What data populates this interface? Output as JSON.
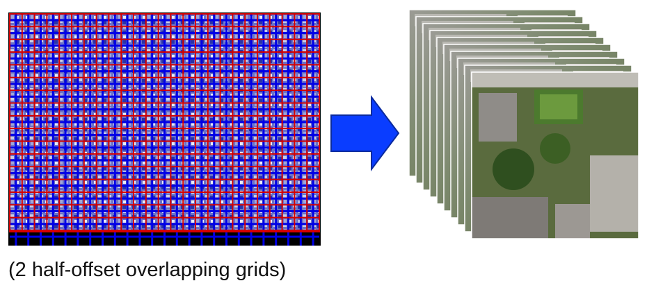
{
  "caption": "(2 half-offset overlapping grids)",
  "grid_panel": {
    "red_grid_color": "#d40000",
    "blue_grid_color": "#0000e6",
    "border_color": "#000000",
    "red_grid_columns": 25,
    "red_grid_rows": 17
  },
  "arrow": {
    "direction": "right",
    "fill": "#0a3dff",
    "stroke": "#0a2a9e"
  },
  "tile_stack": {
    "layers": 10,
    "content": "aerial-photo-tiles"
  }
}
